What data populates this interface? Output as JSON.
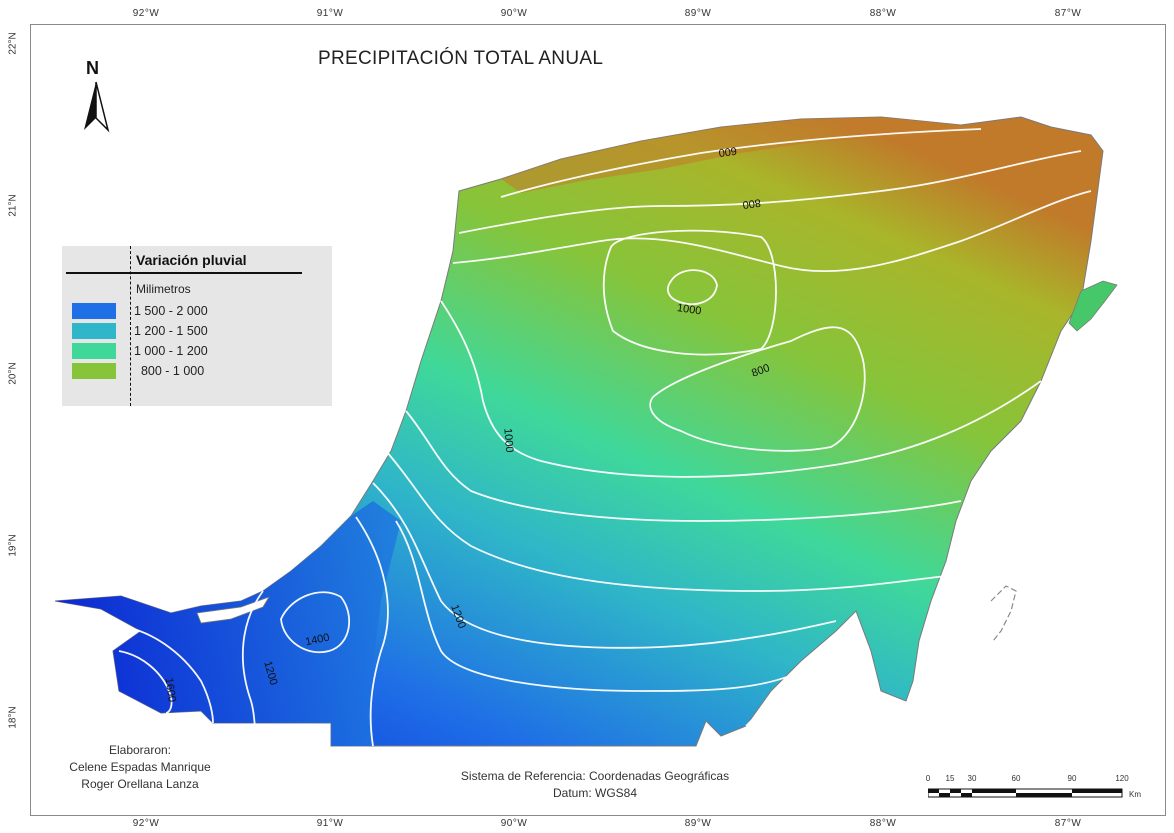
{
  "title": "PRECIPITACIÓN TOTAL  ANUAL",
  "north_label": "N",
  "graticule": {
    "longitude_labels": [
      "92°W",
      "91°W",
      "90°W",
      "89°W",
      "88°W",
      "87°W"
    ],
    "latitude_labels": [
      "22°N",
      "21°N",
      "20°N",
      "19°N",
      "18°N"
    ]
  },
  "legend": {
    "title": "Variación pluvial",
    "subtitle": "Milimetros",
    "items": [
      {
        "label": "1 500 - 2 000",
        "color": "#1f6fe6"
      },
      {
        "label": "1 200 - 1 500",
        "color": "#2fb6c8"
      },
      {
        "label": "1 000 - 1 200",
        "color": "#3fd89a"
      },
      {
        "label": "  800 - 1 000",
        "color": "#86c43a"
      }
    ]
  },
  "contour_labels": {
    "c600": "600",
    "c800a": "800",
    "c1000a": "1000",
    "c800b": "800",
    "c1000b": "1000",
    "c1200": "1200",
    "c1400": "1400",
    "c1200b": "1200",
    "c1600": "1600"
  },
  "credits": {
    "heading": "Elaboraron:",
    "author1": "Celene Espadas Manrique",
    "author2": "Roger Orellana Lanza"
  },
  "reference": {
    "system": "Sistema de Referencia: Coordenadas Geográficas",
    "datum": "Datum: WGS84"
  },
  "scale_bar": {
    "ticks": [
      "0",
      "15",
      "30",
      "60",
      "90",
      "120"
    ],
    "unit": "Km"
  },
  "colors": {
    "wet": "#0a2fe0",
    "mid": "#3fd89a",
    "dry": "#a9b52a",
    "driest": "#c07a2a",
    "contour": "#ffffff"
  }
}
